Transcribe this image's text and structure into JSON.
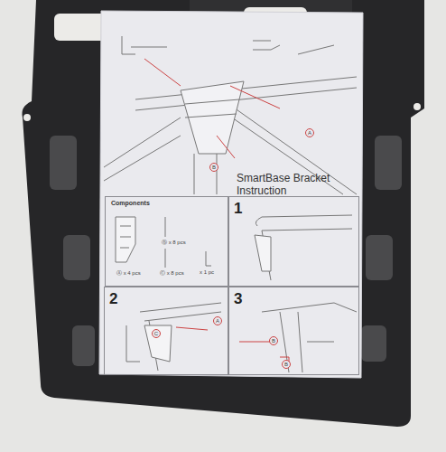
{
  "diagram": {
    "title": "SmartBase Bracket Instruction",
    "nodes": [
      {
        "text": [
          "Components",
          "Ⓑ x 8 pcs",
          "Ⓐ x 4 pcs",
          "Ⓒ x 8 pcs",
          "x 1 pc"
        ]
      },
      {
        "text": [
          "1"
        ]
      },
      {
        "text": [
          "2"
        ]
      },
      {
        "text": [
          "3"
        ]
      }
    ],
    "labels": [
      "A",
      "B",
      "C",
      "A",
      "B",
      "B"
    ]
  }
}
